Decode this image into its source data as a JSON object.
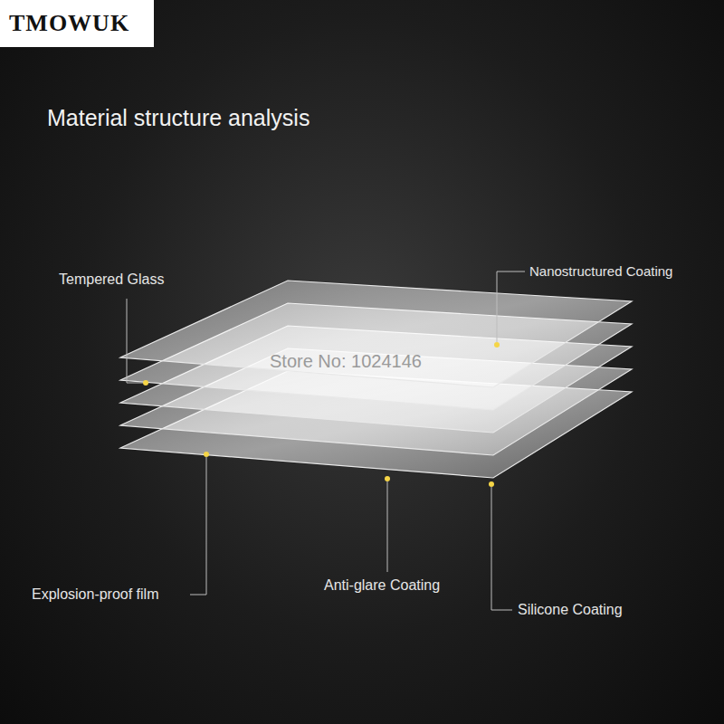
{
  "diagram": {
    "title": "Material structure analysis",
    "nodes": [
      {
        "text": [
          "TMOWUK"
        ]
      }
    ],
    "labels": [
      "Tempered Glass",
      "Nanostructured Coating",
      "Store No: 1024146",
      "Explosion-proof film",
      "Anti-glare Coating",
      "Silicone Coating"
    ]
  }
}
